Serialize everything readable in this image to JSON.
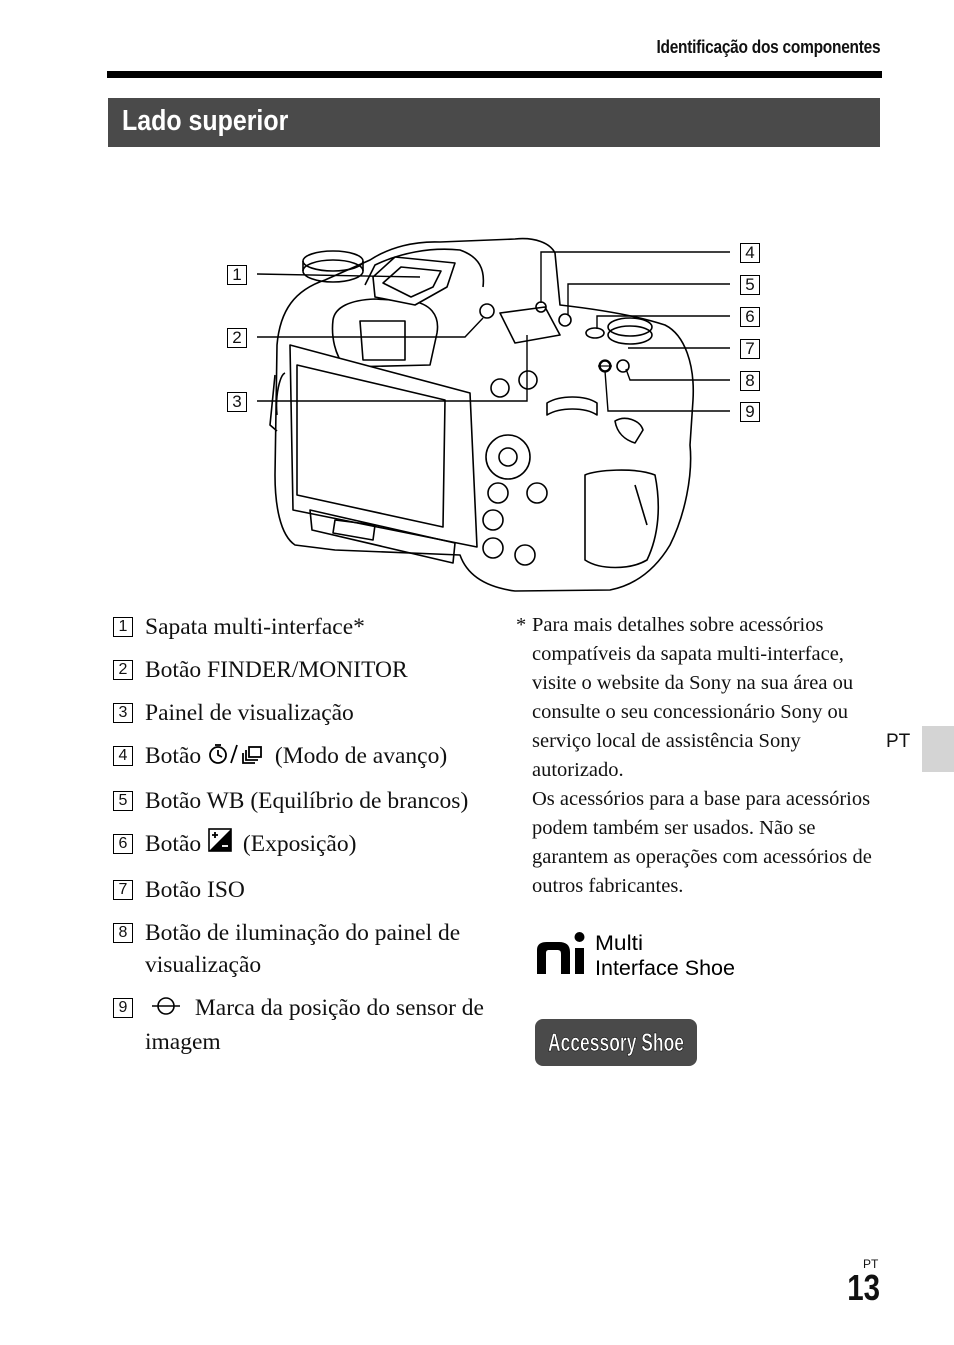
{
  "header": {
    "running_title": "Identificação dos componentes"
  },
  "section": {
    "title": "Lado superior"
  },
  "figure": {
    "callouts": [
      "1",
      "2",
      "3",
      "4",
      "5",
      "6",
      "7",
      "8",
      "9"
    ]
  },
  "items": [
    {
      "num": "1",
      "text": "Sapata multi-interface*"
    },
    {
      "num": "2",
      "text": "Botão FINDER/MONITOR"
    },
    {
      "num": "3",
      "text": "Painel de visualização"
    },
    {
      "num": "4",
      "prefix": "Botão",
      "icon": "self-timer-continuous-icon",
      "suffix": "(Modo de avanço)"
    },
    {
      "num": "5",
      "text": "Botão WB (Equilíbrio de brancos)"
    },
    {
      "num": "6",
      "prefix": "Botão",
      "icon": "exposure-compensation-icon",
      "suffix": "(Exposição)"
    },
    {
      "num": "7",
      "text": "Botão ISO"
    },
    {
      "num": "8",
      "text": "Botão de iluminação do painel de visualização"
    },
    {
      "num": "9",
      "icon": "image-sensor-position-icon",
      "suffix": "Marca da posição do sensor de imagem"
    }
  ],
  "footnote": {
    "marker": "*",
    "paragraph1": "Para mais detalhes sobre acessórios compatíveis da sapata multi-interface, visite o website da Sony na sua área ou consulte o seu concessionário Sony ou serviço local de assistência Sony autorizado.",
    "paragraph2": "Os acessórios para a base para acessórios podem também ser usados. Não se garantem as operações com acessórios de outros fabricantes."
  },
  "logos": {
    "multi_interface": {
      "line1": "Multi",
      "line2": "Interface Shoe"
    },
    "accessory_shoe": "Accessory Shoe"
  },
  "side_tab": {
    "label": "PT"
  },
  "footer": {
    "lang": "PT",
    "page_number": "13"
  }
}
